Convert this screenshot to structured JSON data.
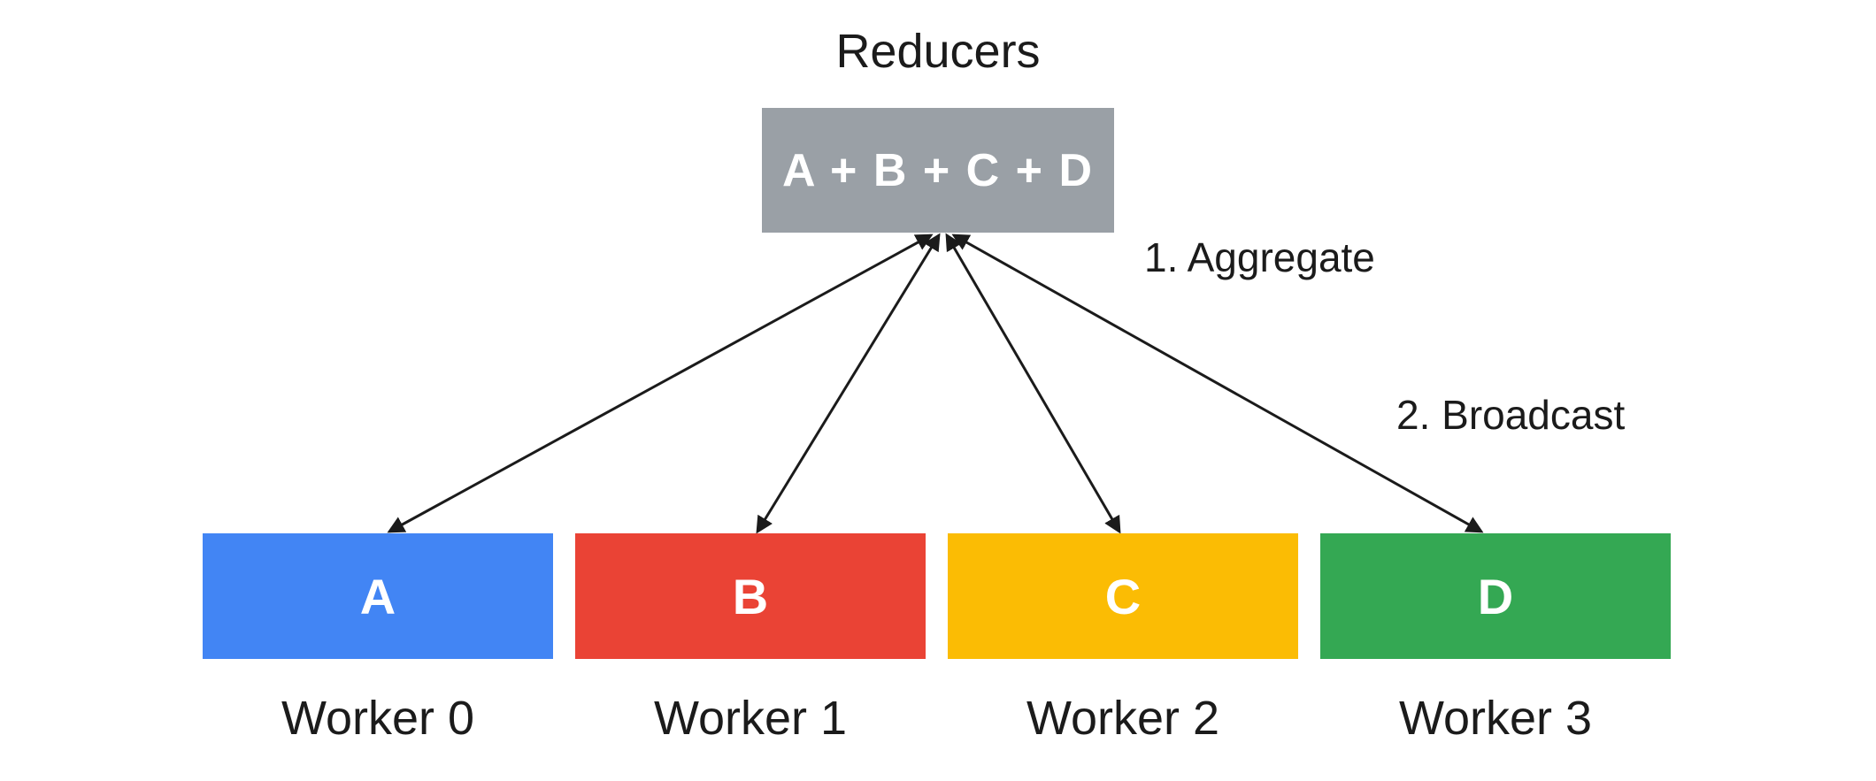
{
  "diagram": {
    "reducers_title": "Reducers",
    "reducer_box": {
      "text": "A + B + C + D",
      "color": "#9AA0A6",
      "text_color": "#FFFFFF"
    },
    "annotations": {
      "aggregate": "1. Aggregate",
      "broadcast": "2. Broadcast"
    },
    "workers": [
      {
        "name": "Worker 0",
        "letter": "A",
        "color": "#4285F4"
      },
      {
        "name": "Worker 1",
        "letter": "B",
        "color": "#EA4335"
      },
      {
        "name": "Worker 2",
        "letter": "C",
        "color": "#FBBC04"
      },
      {
        "name": "Worker 3",
        "letter": "D",
        "color": "#34A853"
      }
    ],
    "edges": [
      {
        "from": "Worker 0",
        "to": "Reducers",
        "bidirectional": true
      },
      {
        "from": "Worker 1",
        "to": "Reducers",
        "bidirectional": true
      },
      {
        "from": "Worker 2",
        "to": "Reducers",
        "bidirectional": true
      },
      {
        "from": "Worker 3",
        "to": "Reducers",
        "bidirectional": true
      }
    ],
    "colors": {
      "text": "#1B1B1B",
      "arrow": "#1B1B1B",
      "background": "#FFFFFF"
    }
  }
}
